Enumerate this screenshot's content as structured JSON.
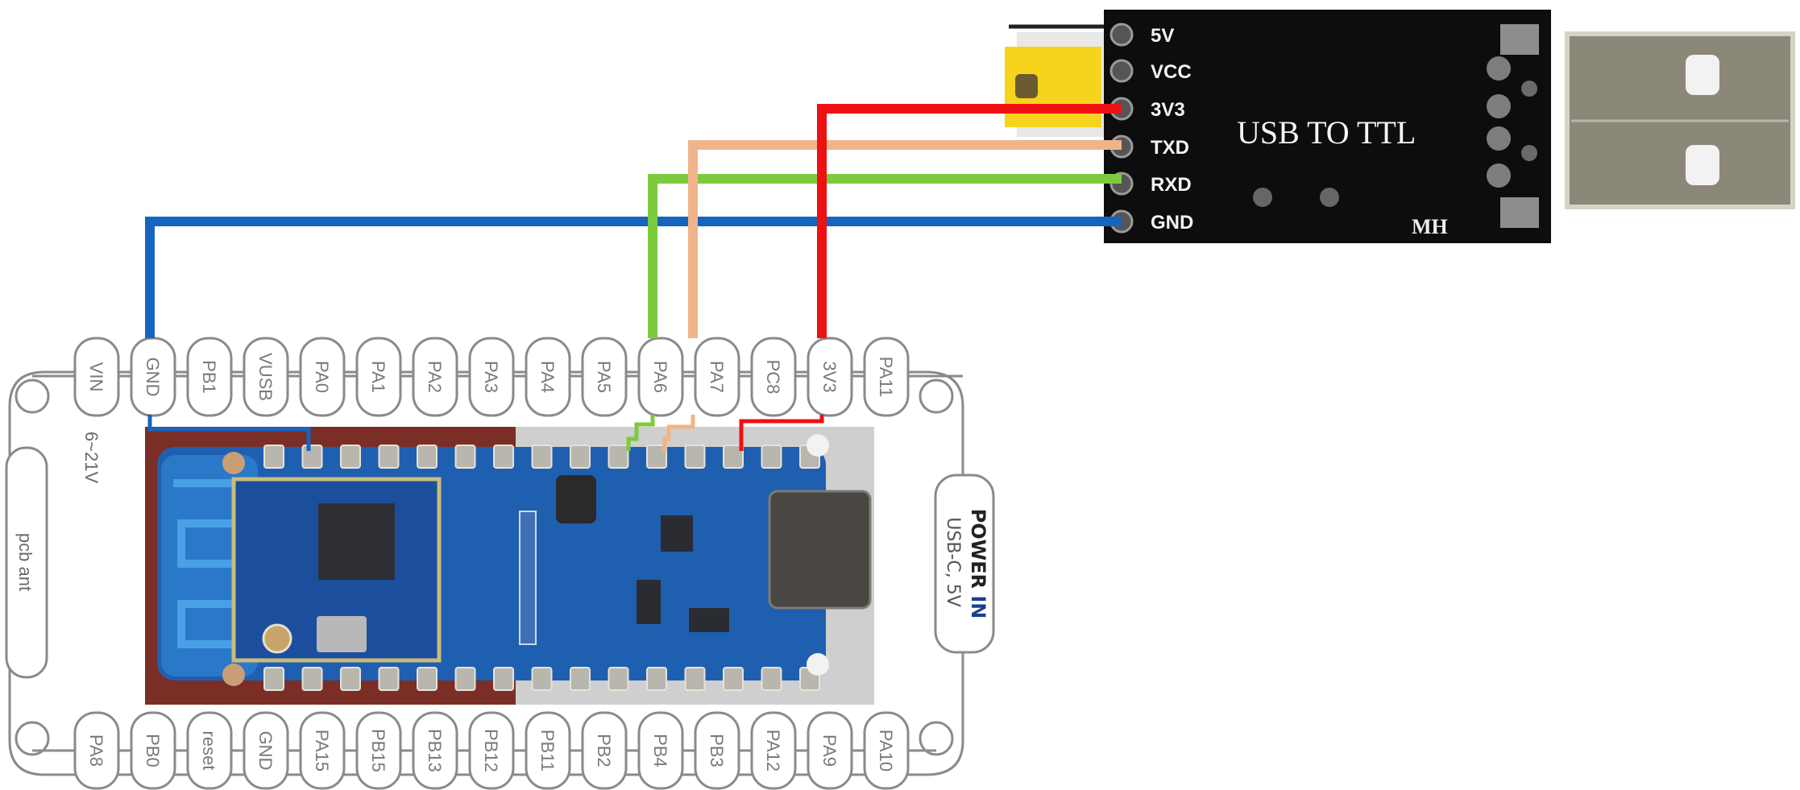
{
  "title": "USB to TTL wiring to development board",
  "usb_ttl": {
    "title": "USB TO TTL",
    "maker_mark": "MH",
    "pins": [
      {
        "label": "5V"
      },
      {
        "label": "VCC"
      },
      {
        "label": "3V3"
      },
      {
        "label": "TXD"
      },
      {
        "label": "RXD"
      },
      {
        "label": "GND"
      }
    ]
  },
  "board": {
    "top_pins": [
      "VIN",
      "GND",
      "PB1",
      "VUSB",
      "PA0",
      "PA1",
      "PA2",
      "PA3",
      "PA4",
      "PA5",
      "PA6",
      "PA7",
      "PC8",
      "3V3",
      "PA11"
    ],
    "bottom_pins": [
      "PA8",
      "PB0",
      "reset",
      "GND",
      "PA15",
      "PB15",
      "PB13",
      "PB12",
      "PB11",
      "PB2",
      "PB4",
      "PB3",
      "PA12",
      "PA9",
      "PA10"
    ],
    "vin_range_label": "6~21V",
    "antenna_label": "pcb ant",
    "power_in": {
      "title_a": "POWER ",
      "title_b": "IN",
      "subtitle": "USB-C, 5V"
    }
  },
  "wires": [
    {
      "name": "gnd-wire",
      "from": "GND",
      "to": "GND",
      "color": "#1565c0"
    },
    {
      "name": "rxd-wire",
      "from": "PA6",
      "to": "RXD",
      "color": "#7ccb3f"
    },
    {
      "name": "txd-wire",
      "from": "PA7",
      "to": "TXD",
      "color": "#f0b48a"
    },
    {
      "name": "3v3-wire",
      "from": "3V3",
      "to": "3V3",
      "color": "#ee1111"
    }
  ],
  "colors": {
    "outline": "#8a8a8a",
    "ttl_board": "#0d0d0d",
    "jumper": "#f6d31c",
    "pcb_blue": "#1f5fb0",
    "usb_metal": "#8b887a"
  }
}
